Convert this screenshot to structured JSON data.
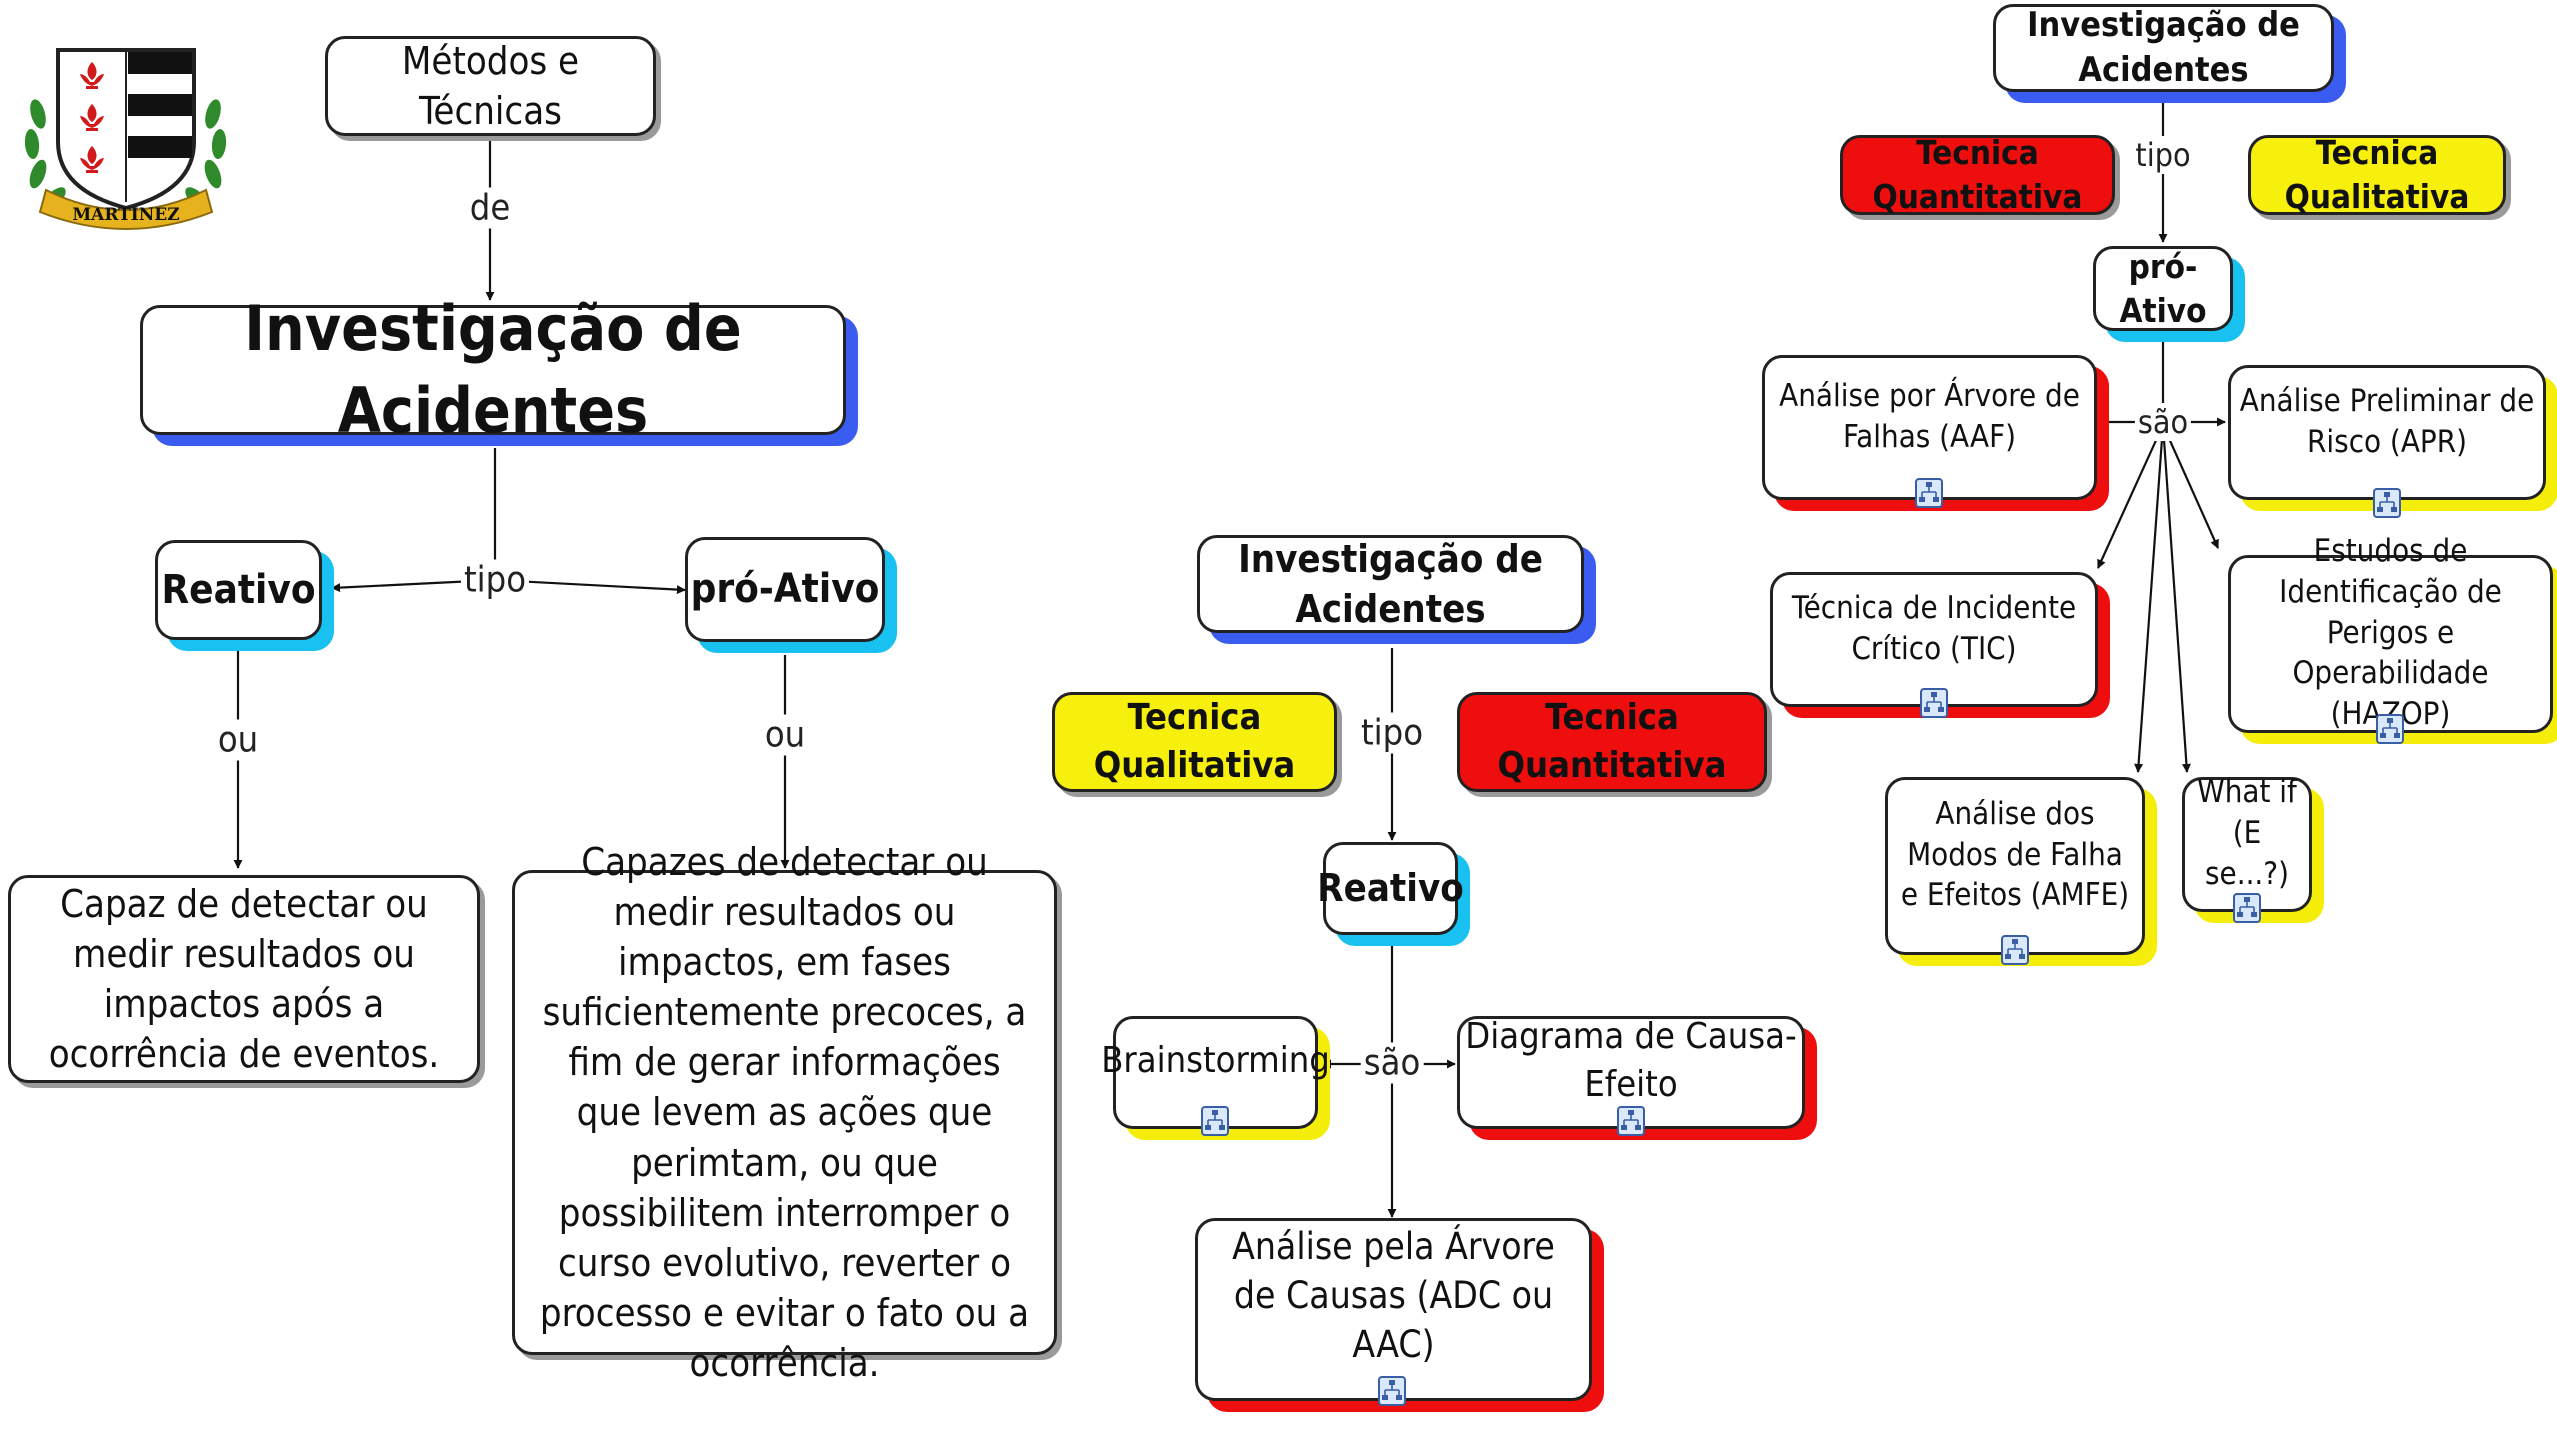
{
  "nodes": {
    "metodos": "Métodos e Técnicas",
    "inv_main": "Investigação de Acidentes",
    "reativo_left": "Reativo",
    "proativo_left": "pró-Ativo",
    "reativo_desc": "Capaz de detectar ou medir resultados ou impactos após a ocorrência de eventos.",
    "proativo_desc": "Capazes de detectar ou medir resultados ou impactos, em fases suficientemente precoces, a fim de gerar informações que levem as ações que perimtam, ou que possibilitem interromper o curso evolutivo, reverter o processo e evitar o fato ou a ocorrência.",
    "inv_mid": "Investigação de Acidentes",
    "tq_mid_yellow": "Tecnica Qualitativa",
    "tq_mid_red": "Tecnica Quantitativa",
    "reativo_mid": "Reativo",
    "brainstorming": "Brainstorming",
    "causa_efeito": "Diagrama de Causa-Efeito",
    "adc": "Análise pela Árvore de Causas (ADC ou AAC)",
    "inv_right": "Investigação de Acidentes",
    "tq_right_red": "Tecnica Quantitativa",
    "tq_right_yellow": "Tecnica Qualitativa",
    "proativo_right": "pró-Ativo",
    "aaf": "Análise por Árvore de Falhas (AAF)",
    "apr": "Análise Preliminar de Risco (APR)",
    "tic": "Técnica de Incidente Crítico (TIC)",
    "hazop": "Estudos de Identificação de Perigos e Operabilidade (HAZOP)",
    "amfe": "Análise dos Modos de Falha e Efeitos (AMFE)",
    "whatif": "What if (E se...?)"
  },
  "links": {
    "de": "de",
    "tipo_left": "tipo",
    "ou_left": "ou",
    "ou_right": "ou",
    "tipo_mid": "tipo",
    "sao_mid": "são",
    "tipo_right": "tipo",
    "sao_right": "são"
  },
  "logo": {
    "text": "MARTINEZ",
    "icons": [
      "fleur-de-lis-icon",
      "fleur-de-lis-icon",
      "fleur-de-lis-icon",
      "laurel-wreath-icon"
    ]
  },
  "icons": {
    "submap": "concept-map-icon"
  },
  "colors": {
    "shadow_blue": "#3b5cf0",
    "shadow_cyan": "#19c1f0",
    "red": "#ee0e0e",
    "yellow": "#f7ef0c",
    "logo_red": "#d11a1a",
    "logo_green": "#2e8a2a",
    "logo_gold": "#e6b21e"
  }
}
